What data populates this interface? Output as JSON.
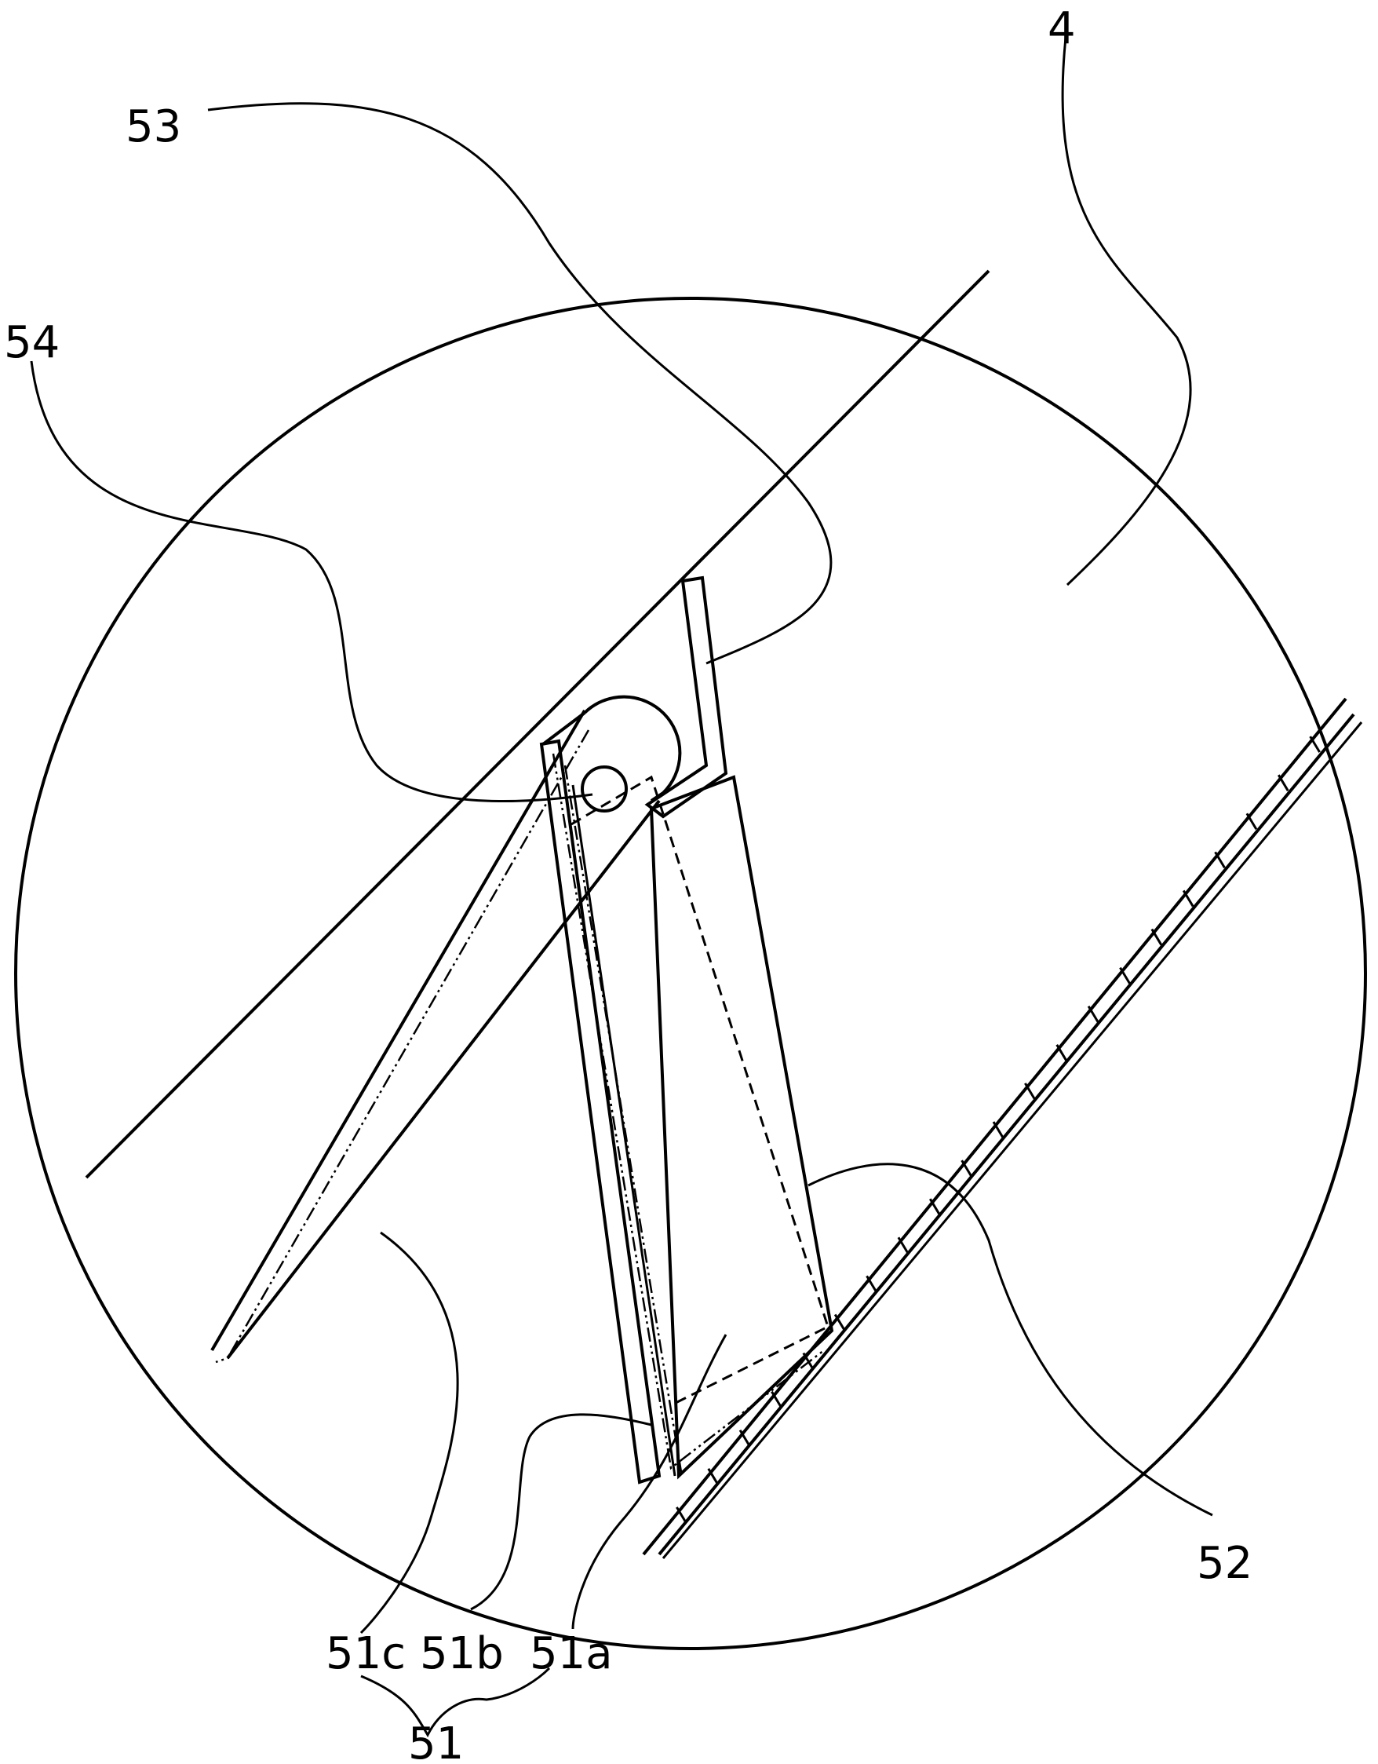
{
  "figure": {
    "labels": {
      "part_4": "4",
      "part_53": "53",
      "part_54": "54",
      "part_52": "52",
      "part_51a": "51a",
      "part_51b": "51b",
      "part_51c": "51c",
      "part_51": "51"
    }
  }
}
